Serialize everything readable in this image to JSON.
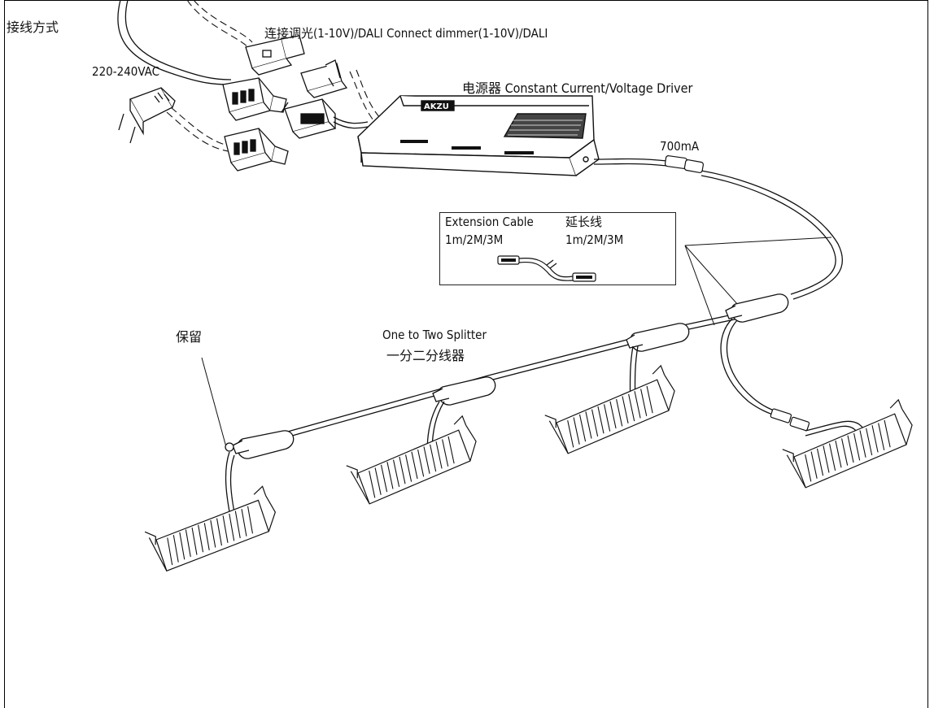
{
  "title": "接线方式",
  "labels": {
    "dimmer": "连接调光(1-10V)/DALI  Connect dimmer(1-10V)/DALI",
    "voltage": "220-240VAC",
    "driver": "电源器  Constant Current/Voltage Driver",
    "current": "700mA",
    "reserved": "保留",
    "splitter_en": "One to Two Splitter",
    "splitter_cn": "一分二分线器"
  },
  "extension": {
    "title_en": "Extension Cable",
    "title_cn": "延长线",
    "length_en": "1m/2M/3M",
    "length_cn": "1m/2M/3M"
  },
  "driver_brand": "AKZU"
}
